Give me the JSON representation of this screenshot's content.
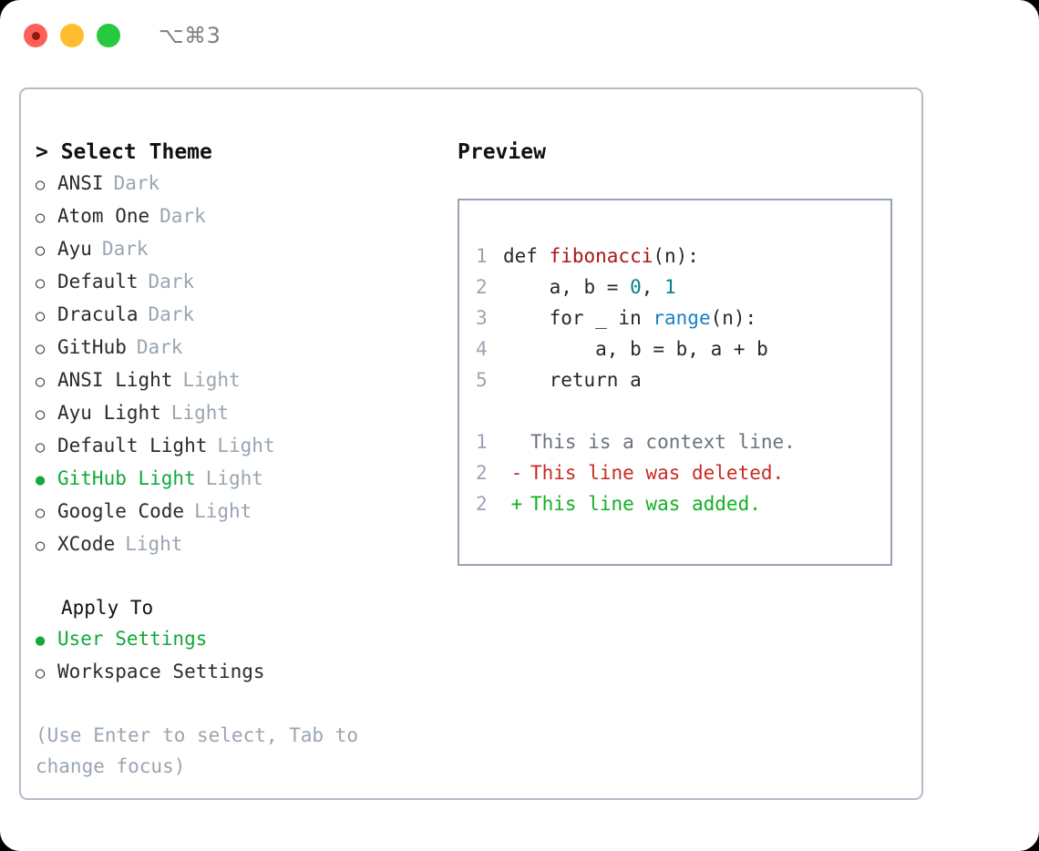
{
  "titlebar": {
    "shortcut": "⌥⌘3",
    "dots": [
      {
        "name": "close",
        "color": "#ff5f57"
      },
      {
        "name": "minimize",
        "color": "#ffbd2e"
      },
      {
        "name": "maximize",
        "color": "#27c93f"
      }
    ]
  },
  "theme_picker": {
    "heading": "> Select Theme",
    "marker_selected": "●",
    "marker_unselected": "○",
    "options": [
      {
        "label": "ANSI",
        "tag": "Dark",
        "selected": false
      },
      {
        "label": "Atom One",
        "tag": "Dark",
        "selected": false
      },
      {
        "label": "Ayu",
        "tag": "Dark",
        "selected": false
      },
      {
        "label": "Default",
        "tag": "Dark",
        "selected": false
      },
      {
        "label": "Dracula",
        "tag": "Dark",
        "selected": false
      },
      {
        "label": "GitHub",
        "tag": "Dark",
        "selected": false
      },
      {
        "label": "ANSI Light",
        "tag": "Light",
        "selected": false
      },
      {
        "label": "Ayu Light",
        "tag": "Light",
        "selected": false
      },
      {
        "label": "Default Light",
        "tag": "Light",
        "selected": false
      },
      {
        "label": "GitHub Light",
        "tag": "Light",
        "selected": true
      },
      {
        "label": "Google Code",
        "tag": "Light",
        "selected": false
      },
      {
        "label": "XCode",
        "tag": "Light",
        "selected": false
      }
    ]
  },
  "apply_to": {
    "heading": "Apply To",
    "options": [
      {
        "label": "User Settings",
        "selected": true
      },
      {
        "label": "Workspace Settings",
        "selected": false
      }
    ]
  },
  "hint": "(Use Enter to select, Tab to change focus)",
  "preview": {
    "heading": "Preview",
    "code_lines": [
      {
        "num": "1",
        "tokens": [
          {
            "text": "def ",
            "type": "plain"
          },
          {
            "text": "fibonacci",
            "type": "func"
          },
          {
            "text": "(n):",
            "type": "plain"
          }
        ]
      },
      {
        "num": "2",
        "tokens": [
          {
            "text": "    a, b = ",
            "type": "plain"
          },
          {
            "text": "0",
            "type": "num"
          },
          {
            "text": ", ",
            "type": "plain"
          },
          {
            "text": "1",
            "type": "num"
          }
        ]
      },
      {
        "num": "3",
        "tokens": [
          {
            "text": "    for _ in ",
            "type": "plain"
          },
          {
            "text": "range",
            "type": "call"
          },
          {
            "text": "(n):",
            "type": "plain"
          }
        ]
      },
      {
        "num": "4",
        "tokens": [
          {
            "text": "        a, b = b, a + b",
            "type": "plain"
          }
        ]
      },
      {
        "num": "5",
        "tokens": [
          {
            "text": "    return a",
            "type": "plain"
          }
        ]
      }
    ],
    "diff_lines": [
      {
        "num": "1",
        "sign": " ",
        "text": "This is a context line.",
        "kind": "context"
      },
      {
        "num": "2",
        "sign": "-",
        "text": "This line was deleted.",
        "kind": "deleted"
      },
      {
        "num": "2",
        "sign": "+",
        "text": "This line was added.",
        "kind": "added"
      }
    ]
  },
  "colors": {
    "accent_green": "#12a83a",
    "muted": "#9aa5b1",
    "border": "#b3bcc8",
    "preview_border": "#97a3b2",
    "diff_add": "#12b024",
    "diff_del": "#c72b26",
    "syntax_func": "#a81715",
    "syntax_num": "#0b8088",
    "syntax_call": "#1b7fc4"
  }
}
